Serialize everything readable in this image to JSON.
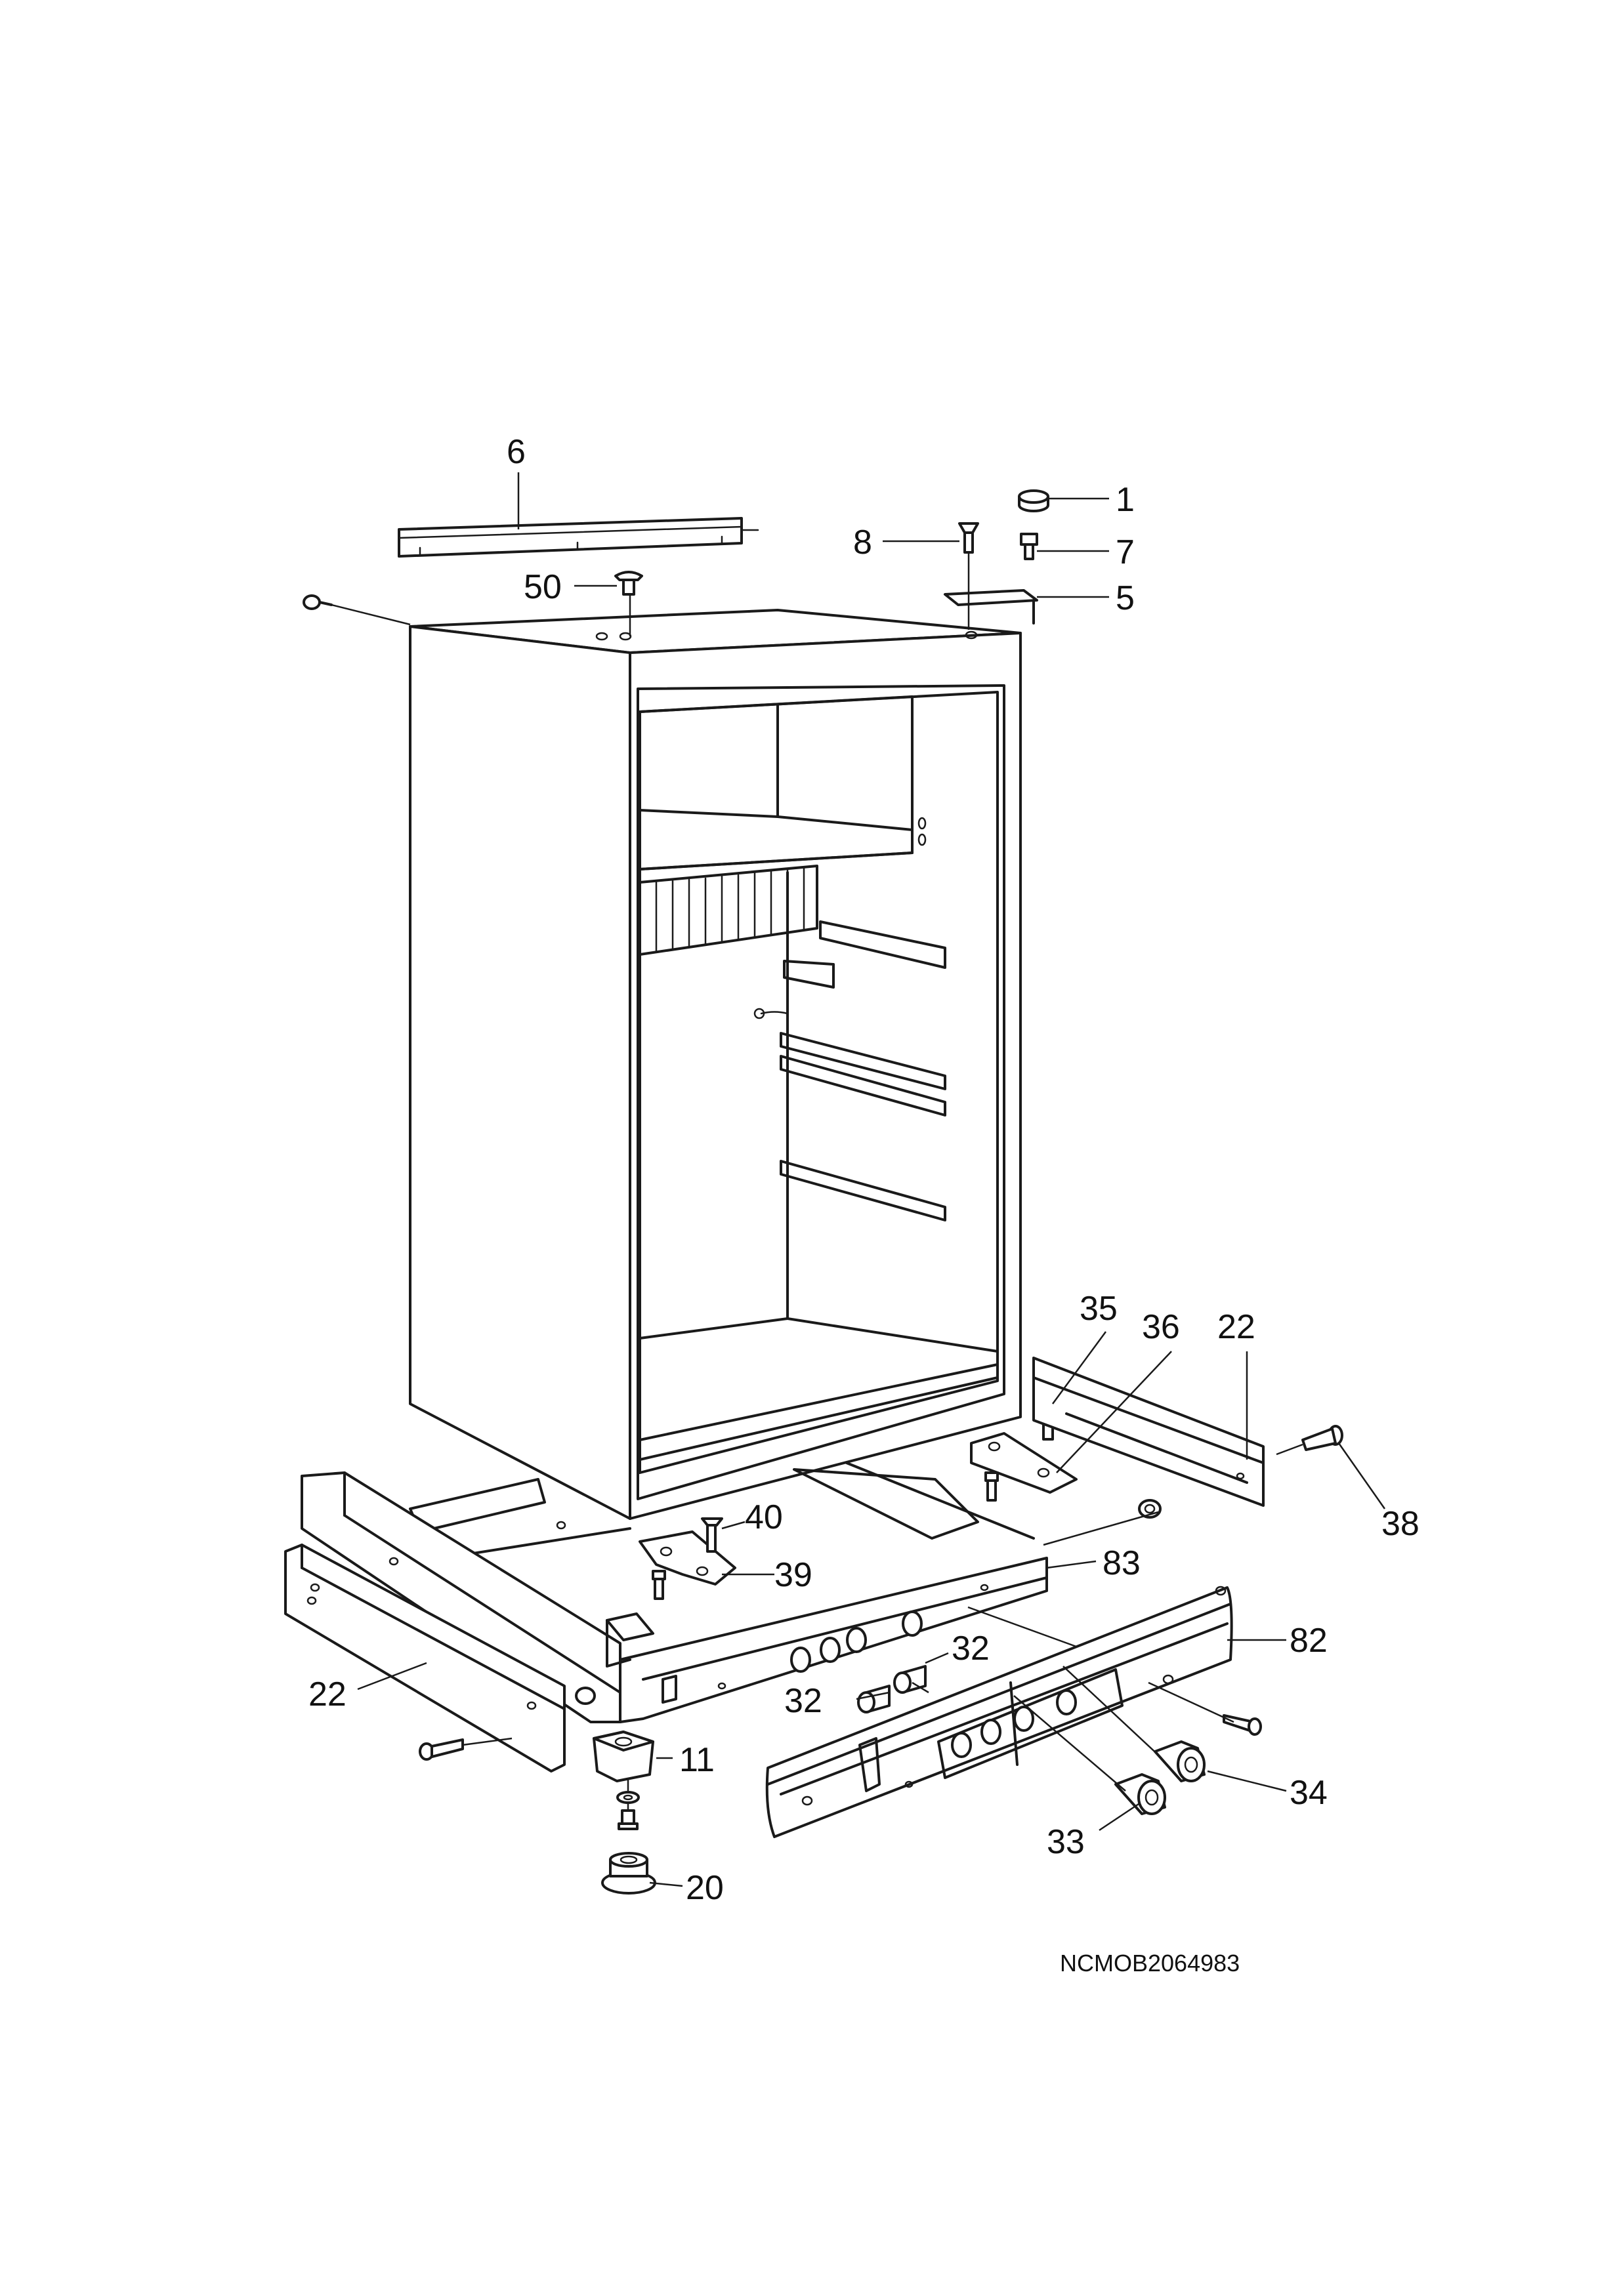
{
  "diagram": {
    "reference_code": "NCMOB2064983",
    "callouts": [
      {
        "id": "c6",
        "label": "6"
      },
      {
        "id": "c1",
        "label": "1"
      },
      {
        "id": "c8",
        "label": "8"
      },
      {
        "id": "c7",
        "label": "7"
      },
      {
        "id": "c50",
        "label": "50"
      },
      {
        "id": "c5",
        "label": "5"
      },
      {
        "id": "c35",
        "label": "35"
      },
      {
        "id": "c36",
        "label": "36"
      },
      {
        "id": "c22a",
        "label": "22"
      },
      {
        "id": "c38",
        "label": "38"
      },
      {
        "id": "c40",
        "label": "40"
      },
      {
        "id": "c83",
        "label": "83"
      },
      {
        "id": "c39",
        "label": "39"
      },
      {
        "id": "c82",
        "label": "82"
      },
      {
        "id": "c32a",
        "label": "32"
      },
      {
        "id": "c32b",
        "label": "32"
      },
      {
        "id": "c22b",
        "label": "22"
      },
      {
        "id": "c11",
        "label": "11"
      },
      {
        "id": "c34",
        "label": "34"
      },
      {
        "id": "c33",
        "label": "33"
      },
      {
        "id": "c20",
        "label": "20"
      }
    ]
  }
}
